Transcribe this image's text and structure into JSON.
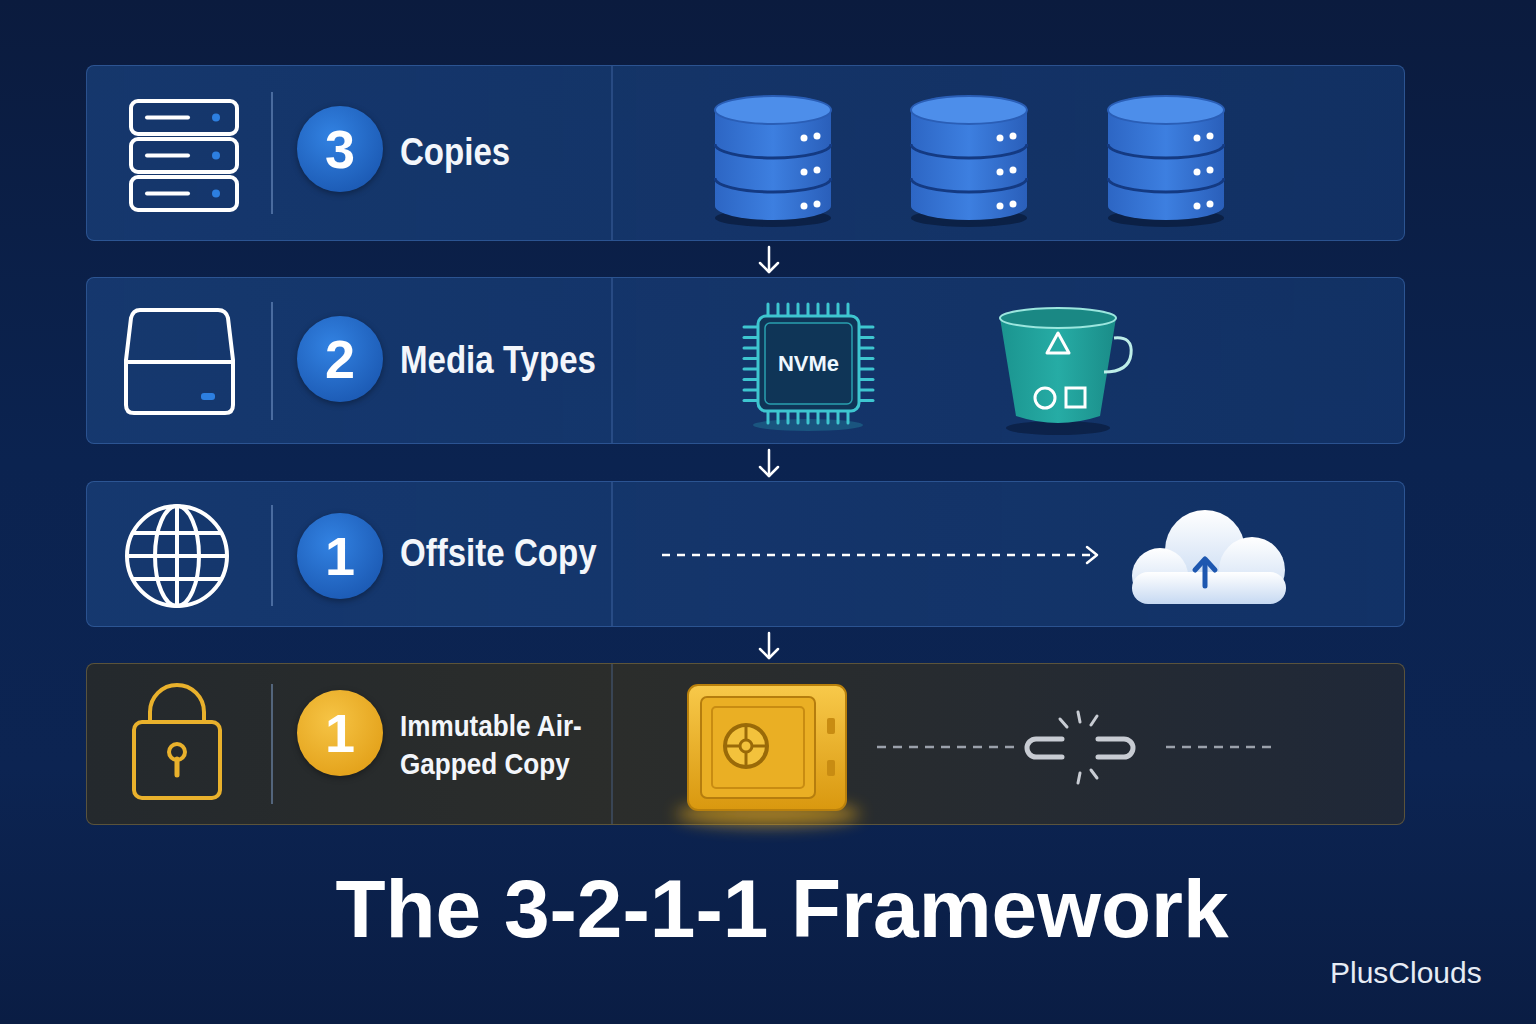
{
  "diagram": {
    "title": "The 3-2-1-1 Framework",
    "nodes": [
      {
        "text": [
          "Copies"
        ]
      },
      {
        "text": [
          "3"
        ],
        "in": 0
      },
      {
        "text": [
          "Media Types"
        ]
      },
      {
        "text": [
          "2"
        ],
        "in": 2
      },
      {
        "text": [
          "NVMe"
        ],
        "in": 2
      },
      {
        "text": [
          "Offsite Copy"
        ]
      },
      {
        "text": [
          "1"
        ],
        "in": 5
      },
      {
        "text": [
          "Immutable Air-Gapped Copy"
        ]
      },
      {
        "text": [
          "1"
        ],
        "in": 7
      }
    ],
    "edges": [
      {
        "from": 0,
        "to": 2,
        "arrow": "to"
      },
      {
        "from": 2,
        "to": 5,
        "arrow": "to"
      },
      {
        "from": 5,
        "to": 7,
        "arrow": "to"
      }
    ],
    "labels": [
      "PlusClouds"
    ]
  }
}
